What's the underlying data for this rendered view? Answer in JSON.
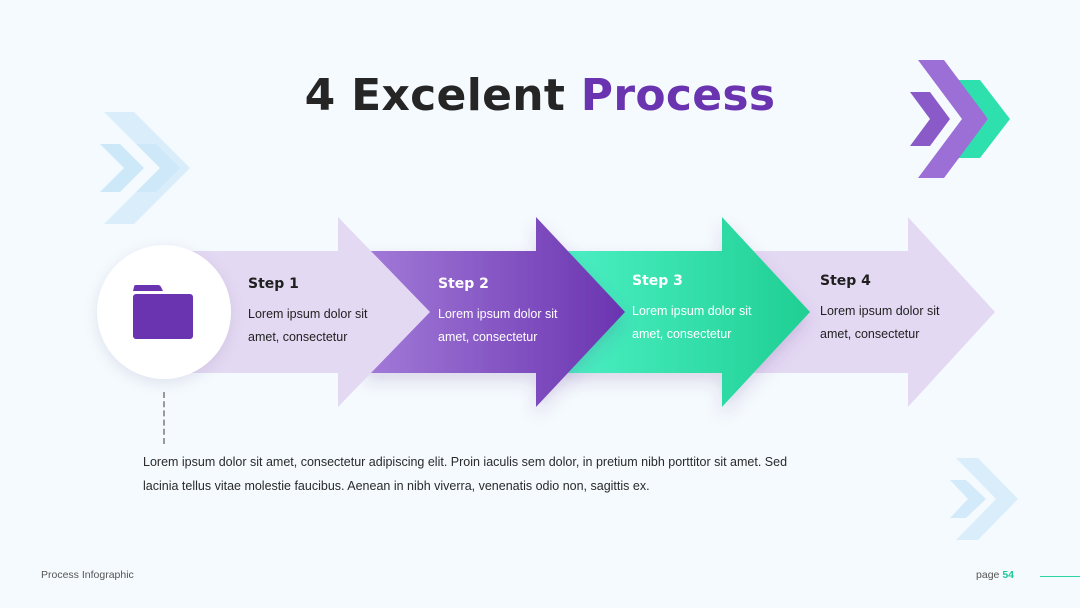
{
  "title": {
    "main": "4 Excelent ",
    "accent": "Process"
  },
  "colors": {
    "purple_dark": "#6a34b0",
    "purple_mid": "#9b6fd6",
    "lavender": "#e4d9f3",
    "green": "#2ee0ad",
    "light_blue": "#d8eefb"
  },
  "icon": "folder-icon",
  "steps": [
    {
      "title": "Step 1",
      "text": "Lorem ipsum dolor sit amet, consectetur"
    },
    {
      "title": "Step 2",
      "text": "Lorem ipsum dolor sit amet, consectetur"
    },
    {
      "title": "Step 3",
      "text": "Lorem ipsum dolor sit amet, consectetur"
    },
    {
      "title": "Step 4",
      "text": "Lorem ipsum dolor sit amet, consectetur"
    }
  ],
  "description": "Lorem ipsum dolor sit amet, consectetur adipiscing elit. Proin iaculis sem dolor, in pretium nibh porttitor sit amet. Sed lacinia tellus vitae molestie faucibus. Aenean in nibh viverra, venenatis odio non, sagittis ex.",
  "footer": {
    "label": "Process Infographic",
    "page_prefix": "page ",
    "page_number": "54"
  }
}
